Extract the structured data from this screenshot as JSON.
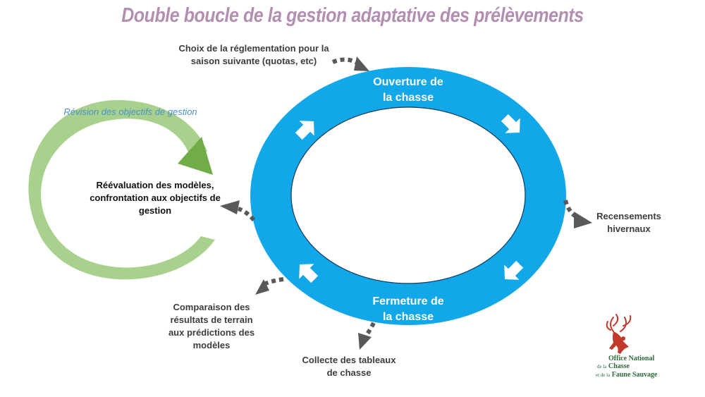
{
  "title": "Double boucle de la gestion adaptative des prélèvements",
  "ring": {
    "top_label": [
      "Ouverture de",
      "la chasse"
    ],
    "bottom_label": [
      "Fermeture de",
      "la chasse"
    ]
  },
  "steps": {
    "choix": [
      "Choix de la réglementation pour la",
      "saison suivante (quotas, etc)"
    ],
    "recensements": [
      "Recensements",
      "hivernaux"
    ],
    "collecte": [
      "Collecte des tableaux",
      "de chasse"
    ],
    "comparaison": [
      "Comparaison des",
      "résultats de terrain",
      "aux prédictions des",
      "modèles"
    ],
    "reevaluation": [
      "Réévaluation des modèles,",
      "confrontation aux objectifs de",
      "gestion"
    ]
  },
  "outer_loop": {
    "label": "Révision des objectifs de gestion"
  },
  "logo": {
    "line1": "Office National",
    "line2_small": "de la",
    "line2": "Chasse",
    "line3_small": "et de la",
    "line3": "Faune Sauvage"
  },
  "colors": {
    "title": "#b28fb1",
    "ring": "#12a7e8",
    "outer_loop": "#a9d18e",
    "outer_arrow": "#70ad47",
    "dashed_arrow": "#595959",
    "logo": "#c0392b"
  }
}
